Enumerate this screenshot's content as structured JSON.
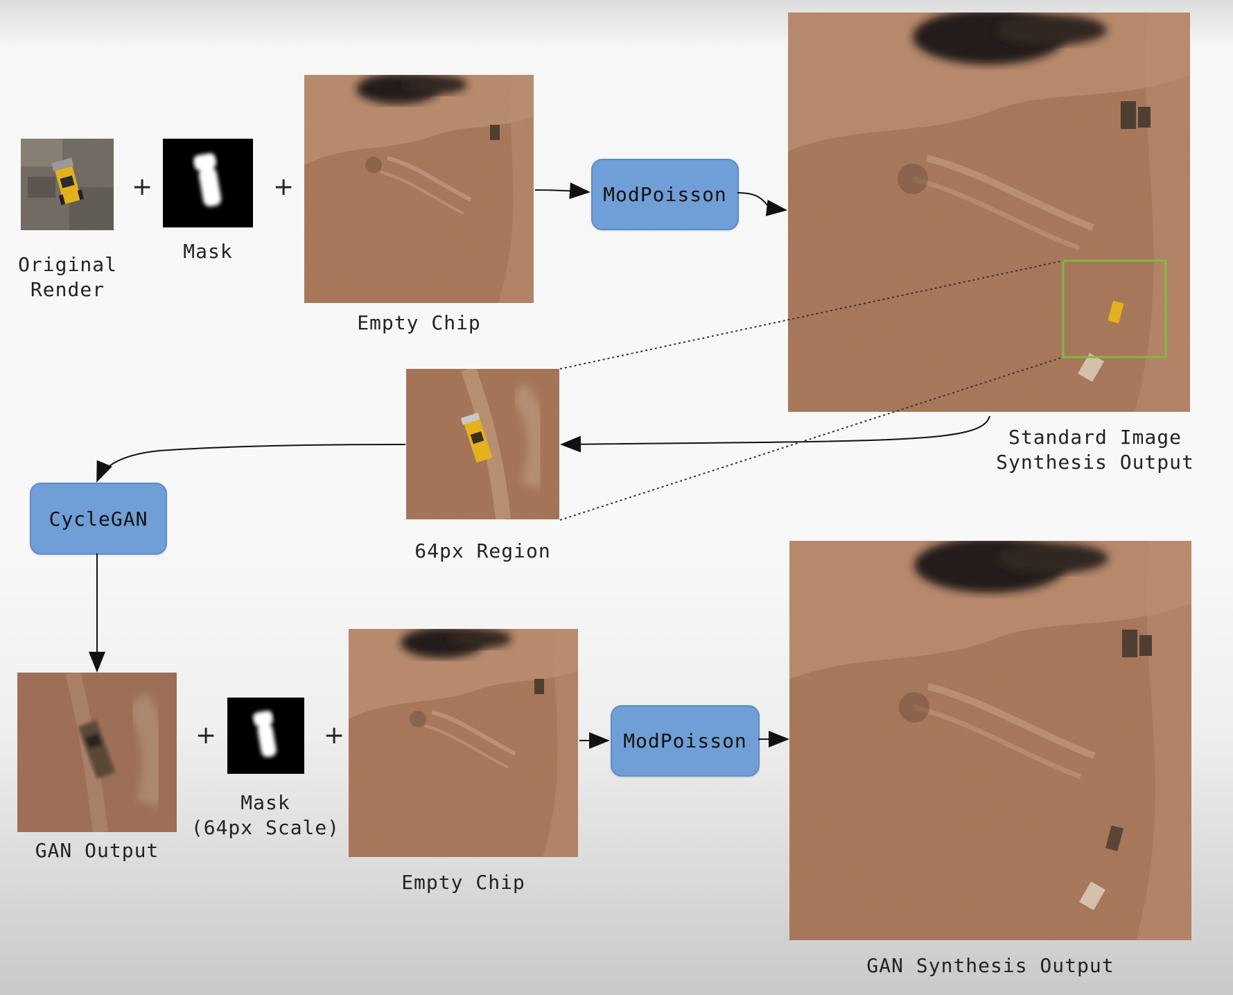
{
  "labels": {
    "original_render": "Original\nRender",
    "mask_top": "Mask",
    "empty_chip_top": "Empty Chip",
    "standard_output": "Standard Image\nSynthesis Output",
    "region": "64px Region",
    "gan_output": "GAN Output",
    "mask_bottom": "Mask\n(64px Scale)",
    "empty_chip_bottom": "Empty Chip",
    "gan_synthesis_output": "GAN Synthesis Output"
  },
  "operators": {
    "plus": "+"
  },
  "process_boxes": {
    "modpoisson_top": "ModPoisson",
    "cyclegan": "CycleGAN",
    "modpoisson_bottom": "ModPoisson"
  },
  "colors": {
    "process_box": "#6f9fd6",
    "terrain": "#a8775a",
    "sand": "#c9a184",
    "vehicle": "#e0b020",
    "highlight": "#7dbb3c"
  }
}
